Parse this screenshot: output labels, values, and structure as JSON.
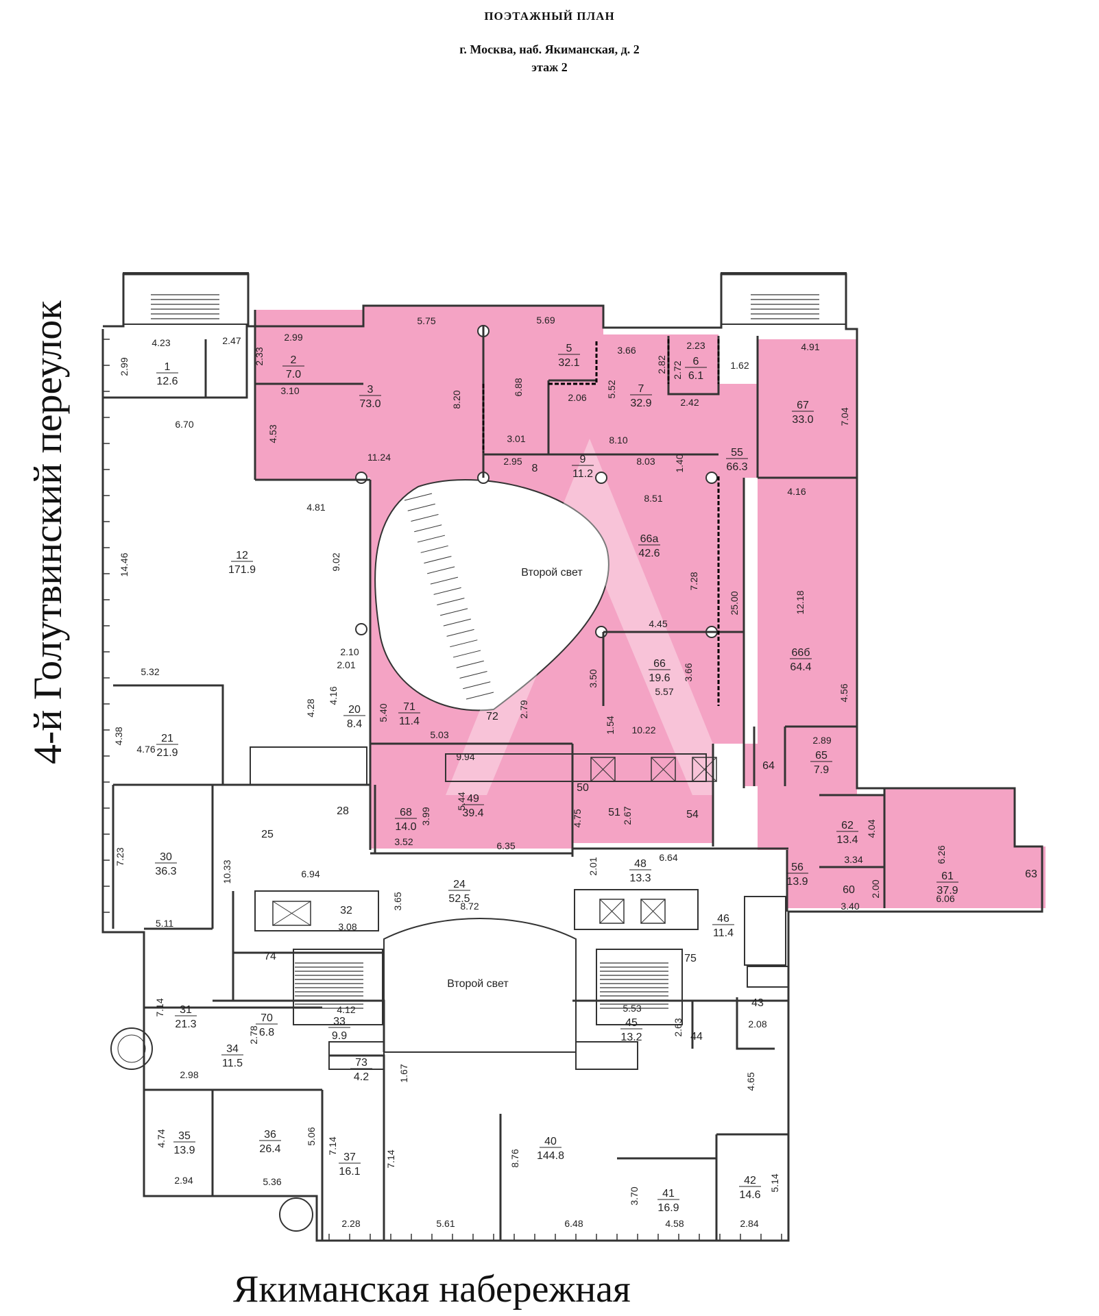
{
  "header": {
    "title": "ПОЭТАЖНЫЙ ПЛАН",
    "address": "г. Москва, наб. Якиманская, д. 2",
    "floor": "этаж 2"
  },
  "streets": {
    "left": "4-й Голутвинский переулок",
    "bottom": "Якиманская набережная"
  },
  "colors": {
    "highlight": "#f4a3c4",
    "wall": "#333333",
    "dims": "#222222"
  },
  "rooms": [
    {
      "number": "1",
      "area": "12.6",
      "highlighted": false
    },
    {
      "number": "2",
      "area": "7.0",
      "highlighted": true
    },
    {
      "number": "3",
      "area": "73.0",
      "highlighted": true
    },
    {
      "number": "5",
      "area": "32.1",
      "highlighted": true
    },
    {
      "number": "6",
      "area": "6.1",
      "highlighted": true
    },
    {
      "number": "7",
      "area": "32.9",
      "highlighted": true
    },
    {
      "number": "8",
      "area": "",
      "highlighted": true
    },
    {
      "number": "9",
      "area": "11.2",
      "highlighted": true
    },
    {
      "number": "12",
      "area": "171.9",
      "highlighted": false
    },
    {
      "number": "20",
      "area": "8.4",
      "highlighted": false
    },
    {
      "number": "21",
      "area": "21.9",
      "highlighted": false
    },
    {
      "number": "24",
      "area": "52.5",
      "highlighted": false
    },
    {
      "number": "25",
      "area": "",
      "highlighted": false
    },
    {
      "number": "28",
      "area": "",
      "highlighted": false
    },
    {
      "number": "30",
      "area": "36.3",
      "highlighted": false
    },
    {
      "number": "31",
      "area": "21.3",
      "highlighted": false
    },
    {
      "number": "32",
      "area": "",
      "highlighted": false
    },
    {
      "number": "33",
      "area": "9.9",
      "highlighted": false
    },
    {
      "number": "34",
      "area": "11.5",
      "highlighted": false
    },
    {
      "number": "35",
      "area": "13.9",
      "highlighted": false
    },
    {
      "number": "36",
      "area": "26.4",
      "highlighted": false
    },
    {
      "number": "37",
      "area": "16.1",
      "highlighted": false
    },
    {
      "number": "40",
      "area": "144.8",
      "highlighted": false
    },
    {
      "number": "41",
      "area": "16.9",
      "highlighted": false
    },
    {
      "number": "42",
      "area": "14.6",
      "highlighted": false
    },
    {
      "number": "43",
      "area": "",
      "highlighted": false
    },
    {
      "number": "44",
      "area": "",
      "highlighted": false
    },
    {
      "number": "45",
      "area": "13.2",
      "highlighted": false
    },
    {
      "number": "46",
      "area": "11.4",
      "highlighted": false
    },
    {
      "number": "48",
      "area": "13.3",
      "highlighted": false
    },
    {
      "number": "49",
      "area": "39.4",
      "highlighted": true
    },
    {
      "number": "50",
      "area": "",
      "highlighted": true
    },
    {
      "number": "51",
      "area": "",
      "highlighted": true
    },
    {
      "number": "54",
      "area": "",
      "highlighted": true
    },
    {
      "number": "55",
      "area": "66.3",
      "highlighted": true
    },
    {
      "number": "56",
      "area": "13.9",
      "highlighted": true
    },
    {
      "number": "60",
      "area": "",
      "highlighted": true
    },
    {
      "number": "61",
      "area": "37.9",
      "highlighted": true
    },
    {
      "number": "62",
      "area": "13.4",
      "highlighted": true
    },
    {
      "number": "63",
      "area": "",
      "highlighted": true
    },
    {
      "number": "64",
      "area": "",
      "highlighted": true
    },
    {
      "number": "65",
      "area": "7.9",
      "highlighted": true
    },
    {
      "number": "66",
      "area": "19.6",
      "highlighted": true
    },
    {
      "number": "66а",
      "area": "42.6",
      "highlighted": true
    },
    {
      "number": "66б",
      "area": "64.4",
      "highlighted": true
    },
    {
      "number": "67",
      "area": "33.0",
      "highlighted": true
    },
    {
      "number": "68",
      "area": "14.0",
      "highlighted": false
    },
    {
      "number": "70",
      "area": "6.8",
      "highlighted": false
    },
    {
      "number": "71",
      "area": "11.4",
      "highlighted": true
    },
    {
      "number": "72",
      "area": "",
      "highlighted": true
    },
    {
      "number": "73",
      "area": "4.2",
      "highlighted": false
    },
    {
      "number": "74",
      "area": "",
      "highlighted": false
    },
    {
      "number": "75",
      "area": "",
      "highlighted": false
    }
  ],
  "atrium_labels": [
    "Второй свет",
    "Второй свет"
  ],
  "dimensions": [
    "4.23",
    "2.99",
    "2.47",
    "2.99",
    "2.33",
    "3.10",
    "4.53",
    "11.24",
    "5.75",
    "8.20",
    "5.69",
    "6.88",
    "3.01",
    "2.95",
    "3.66",
    "2.82",
    "2.23",
    "2.72",
    "5.52",
    "2.06",
    "2.42",
    "8.10",
    "8.03",
    "1.40",
    "1.62",
    "4.91",
    "7.04",
    "4.16",
    "6.70",
    "14.46",
    "4.81",
    "9.02",
    "8.51",
    "7.28",
    "25.00",
    "12.18",
    "4.45",
    "3.66",
    "5.57",
    "3.50",
    "2.79",
    "5.40",
    "5.03",
    "1.54",
    "10.22",
    "4.56",
    "2.89",
    "2.10",
    "2.01",
    "4.28",
    "4.16",
    "5.32",
    "4.38",
    "4.76",
    "9.94",
    "5.44",
    "4.75",
    "2.67",
    "6.35",
    "3.52",
    "3.99",
    "7.23",
    "5.11",
    "10.33",
    "6.94",
    "3.65",
    "8.72",
    "3.08",
    "2.01",
    "6.64",
    "6.26",
    "3.34",
    "4.04",
    "2.00",
    "3.40",
    "6.06",
    "7.14",
    "2.98",
    "2.78",
    "4.12",
    "5.53",
    "2.63",
    "2.08",
    "1.67",
    "4.65",
    "4.74",
    "2.94",
    "5.06",
    "5.36",
    "7.14",
    "2.28",
    "7.14",
    "5.61",
    "8.76",
    "6.48",
    "3.70",
    "4.58",
    "5.14",
    "2.84"
  ]
}
